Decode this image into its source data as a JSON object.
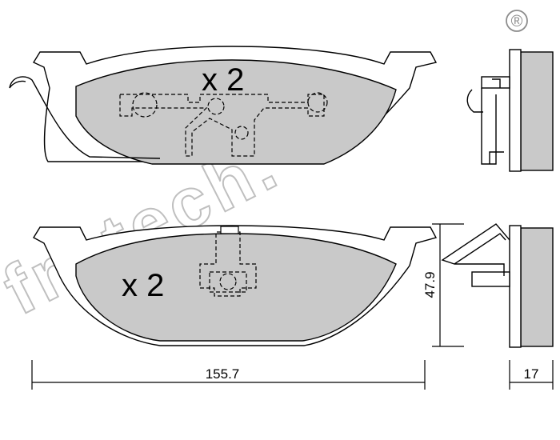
{
  "brand": {
    "watermark": "fri.tech.",
    "registered": "®"
  },
  "top_pad": {
    "quantity": "x 2"
  },
  "bottom_pad": {
    "quantity": "x 2"
  },
  "dimensions": {
    "width": "155.7",
    "height": "47.9",
    "thickness": "17"
  },
  "colors": {
    "pad_fill": "#c9c9c9",
    "line": "#000000",
    "watermark": "#9a9a9a"
  }
}
